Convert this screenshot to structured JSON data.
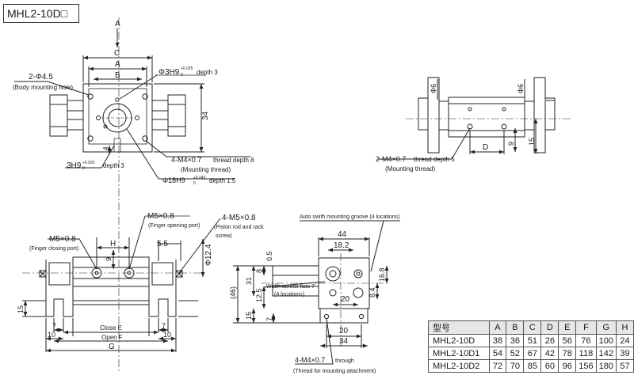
{
  "title": "MHL2-10D□",
  "views": {
    "top": {
      "section_marker": "A",
      "dim_C": "C",
      "dim_A": "A",
      "dim_B": "B",
      "dim_34": "34",
      "dim_4": "4",
      "hole_label": "2-Φ4.5",
      "hole_note": "(Body mounting hole)",
      "pin_top_main": "Φ3H9",
      "pin_top_tol": "+0.025",
      "pin_top_tol0": "0",
      "pin_top_depth": "depth 3",
      "pin_bottom_main": "3H9",
      "pin_bottom_tol": "+0.025",
      "pin_bottom_tol0": "0",
      "pin_bottom_depth": "depth 3",
      "thread_main": "4-M4×0.7",
      "thread_depth": "thread depth 8",
      "thread_note": "(Mounting thread)",
      "bore_main": "Φ18H9",
      "bore_tol": "+0.043",
      "bore_tol0": "0",
      "bore_depth": "depth 1.5"
    },
    "side": {
      "dim_6_top": "Φ6",
      "dim_6_right": "Φ6",
      "dim_D": "D",
      "dim_9": "9",
      "dim_15": "15",
      "thread_main": "2-M4×0.7",
      "thread_depth": "thread depth 5",
      "thread_note": "(Mounting thread)"
    },
    "front": {
      "open_port": "M5×0.8",
      "open_port_note": "(Finger opening port)",
      "close_port": "M5×0.8",
      "close_port_note": "(Finger closing port)",
      "piston_thread": "4-M5×0.8",
      "piston_note_1": "(Piston rod and rack",
      "piston_note_2": "screw)",
      "dim_H": "H",
      "dim_9": "9",
      "dim_5_5": "5.5",
      "dim_12_4": "Φ12.4",
      "dim_15": "15",
      "dim_7_left": "7",
      "dim_7_right": "7",
      "dim_10_left": "10",
      "dim_10_right": "10",
      "close_E": "Close E",
      "open_F": "Open F",
      "dim_G": "G"
    },
    "end": {
      "groove_note": "Auto swith mounting groove (4 locations)",
      "dim_44": "44",
      "dim_18_2": "18.2",
      "dim_0_5": "0.5",
      "dim_8": "8",
      "dim_31": "31",
      "dim_46": "(46)",
      "dim_12_5": "12.5",
      "dim_15": "15",
      "dim_7": "7",
      "dim_16_8": "16.8",
      "dim_8_4": "8.4",
      "flats_1": "Width across flats 7",
      "flats_2": "(4 locations)",
      "dim_20_a": "20",
      "dim_20_b": "20",
      "dim_34": "34",
      "thread_main": "4-M4×0.7",
      "thread_through": "through",
      "thread_note": "(Thread for mounting attachment)"
    }
  },
  "spec_table": {
    "header": [
      "型号",
      "A",
      "B",
      "C",
      "D",
      "E",
      "F",
      "G",
      "H"
    ],
    "rows": [
      [
        "MHL2-10D",
        "38",
        "36",
        "51",
        "26",
        "56",
        "76",
        "100",
        "24"
      ],
      [
        "MHL2-10D1",
        "54",
        "52",
        "67",
        "42",
        "78",
        "118",
        "142",
        "39"
      ],
      [
        "MHL2-10D2",
        "72",
        "70",
        "85",
        "60",
        "96",
        "156",
        "180",
        "57"
      ]
    ]
  }
}
